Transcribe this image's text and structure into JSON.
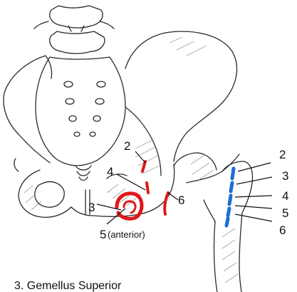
{
  "colors": {
    "red_attachment": "#e01818",
    "blue_attachment": "#1a6fd6",
    "bone_outline": "#2a2a2a",
    "background": "#ffffff"
  },
  "labels_left": [
    {
      "id": "pelvis-2",
      "text": "2"
    },
    {
      "id": "pelvis-4",
      "text": "4"
    },
    {
      "id": "pelvis-3",
      "text": "3"
    },
    {
      "id": "pelvis-6",
      "text": "6"
    },
    {
      "id": "pelvis-5",
      "text": "5"
    },
    {
      "id": "pelvis-5-note",
      "text": "(anterior)"
    }
  ],
  "labels_right": [
    {
      "id": "femur-2",
      "text": "2"
    },
    {
      "id": "femur-3",
      "text": "3"
    },
    {
      "id": "femur-4",
      "text": "4"
    },
    {
      "id": "femur-5",
      "text": "5"
    },
    {
      "id": "femur-6",
      "text": "6"
    }
  ],
  "caption": "3. Gemellus Superior"
}
